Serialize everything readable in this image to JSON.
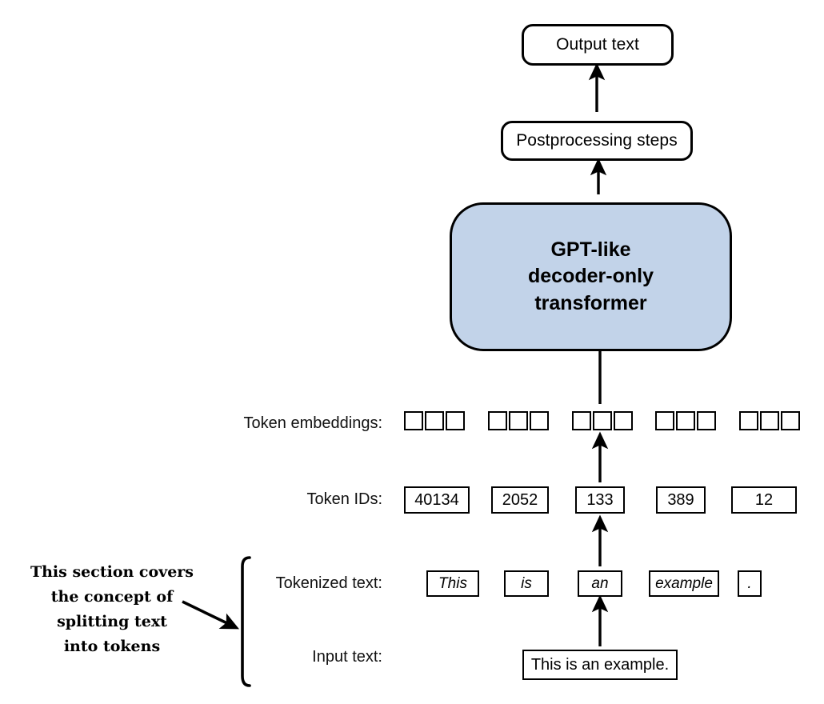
{
  "diagram": {
    "title_blocks": {
      "output_text": "Output text",
      "postprocessing": "Postprocessing steps",
      "transformer_line1": "GPT-like",
      "transformer_line2": "decoder-only",
      "transformer_line3": "transformer"
    },
    "row_labels": {
      "token_embeddings": "Token embeddings:",
      "token_ids": "Token IDs:",
      "tokenized_text": "Tokenized text:",
      "input_text": "Input text:"
    },
    "token_embeddings": {
      "groups": 5,
      "cells_per_group": 3
    },
    "token_ids": [
      "40134",
      "2052",
      "133",
      "389",
      "12"
    ],
    "tokenized_text": [
      "This",
      "is",
      "an",
      "example",
      "."
    ],
    "input_text": "This is an example.",
    "annotation": {
      "line1": "This section covers",
      "line2": "the concept of",
      "line3": "splitting text",
      "line4": "into tokens"
    },
    "colors": {
      "transformer_fill": "#c2d3e9",
      "stroke": "#000000",
      "background": "#ffffff"
    }
  }
}
